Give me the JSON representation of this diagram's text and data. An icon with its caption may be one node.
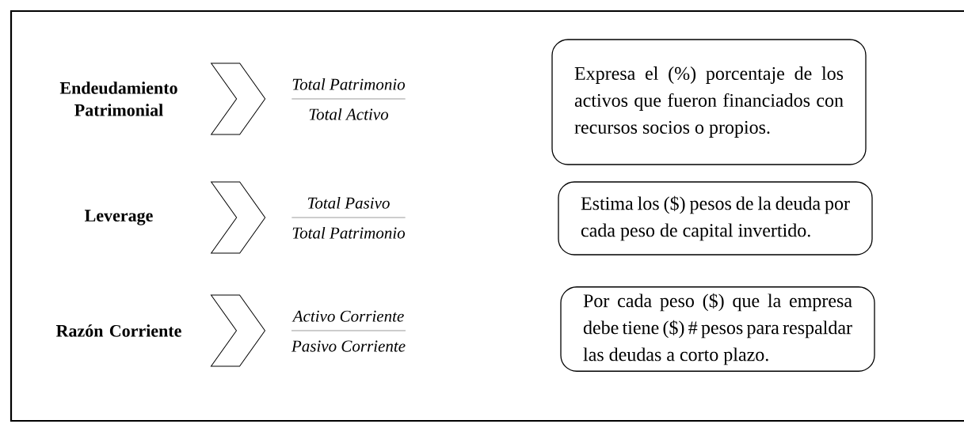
{
  "diagram": {
    "nodes": [
      {
        "text": [
          "Endeudamiento Patrimonial"
        ]
      },
      {
        "text": [
          "Total Patrimonio",
          "Total Activo"
        ]
      },
      {
        "text": [
          "Expresa el (%) porcentaje de los activos que fueron financiados con recursos socios o propios."
        ]
      },
      {
        "text": [
          "Leverage"
        ]
      },
      {
        "text": [
          "Total Pasivo",
          "Total Patrimonio"
        ]
      },
      {
        "text": [
          "Estima los ($) pesos de la deuda por cada peso de capital invertido."
        ]
      },
      {
        "text": [
          "Razón Corriente"
        ]
      },
      {
        "text": [
          "Activo Corriente",
          "Pasivo Corriente"
        ]
      },
      {
        "text": [
          "Por cada peso ($) que la empresa debe tiene ($) # pesos para respaldar las deudas a corto plazo."
        ]
      }
    ],
    "edges": [
      {
        "from": 0,
        "to": 1,
        "arrow": "to"
      },
      {
        "from": 3,
        "to": 4,
        "arrow": "to"
      },
      {
        "from": 6,
        "to": 7,
        "arrow": "to"
      }
    ]
  }
}
